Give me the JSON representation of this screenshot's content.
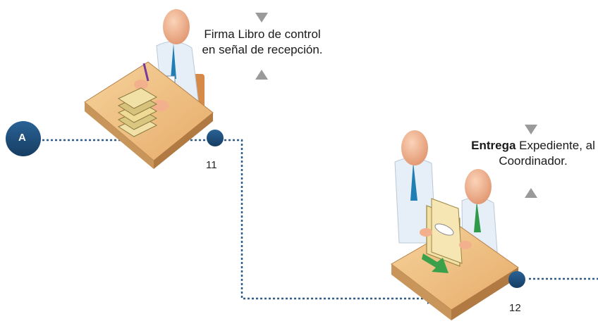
{
  "connector": {
    "label": "A",
    "color": "#1f4e79"
  },
  "steps": [
    {
      "number": "11",
      "text_line1": "Firma Libro de control",
      "text_line2": "en señal de recepción."
    },
    {
      "number": "12",
      "text_bold": "Entrega",
      "text_rest": " Expediente, al",
      "text_line2": "Coordinador."
    }
  ],
  "colors": {
    "flow_line": "#2e5c8a",
    "node": "#1f4e79",
    "desk_top": "#f0c27b",
    "desk_side": "#c8955a",
    "skin": "#f3b08c",
    "shirt": "#e8f1f8",
    "tie": "#1f7fb5",
    "arrow": "#3aa14a",
    "marker": "#9a9a9a"
  }
}
